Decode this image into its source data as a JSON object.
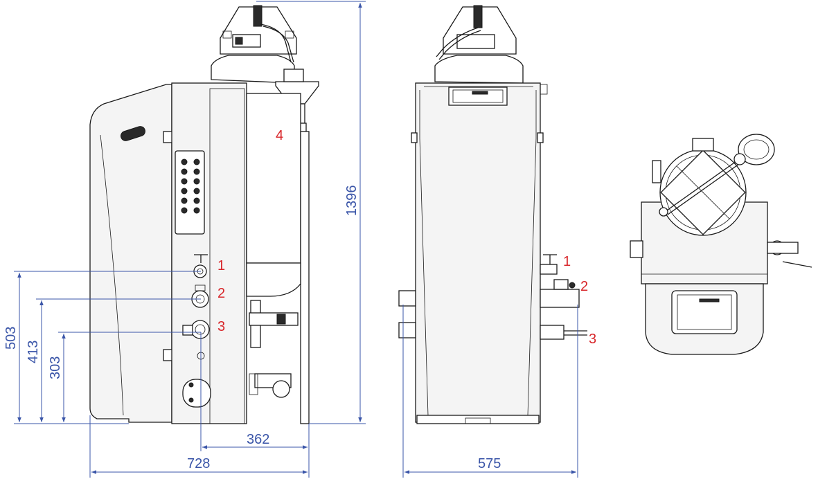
{
  "dimensions": {
    "height_total": "1396",
    "height_1": "503",
    "height_2": "413",
    "height_3": "303",
    "depth_connections": "362",
    "depth_total": "728",
    "width_total": "575"
  },
  "callouts": {
    "side": [
      "1",
      "2",
      "3",
      "4"
    ],
    "front": [
      "1",
      "2",
      "3"
    ]
  },
  "colors": {
    "dimension": "#3a55a8",
    "callout": "#d8262a",
    "outline": "#1a1a1a"
  }
}
